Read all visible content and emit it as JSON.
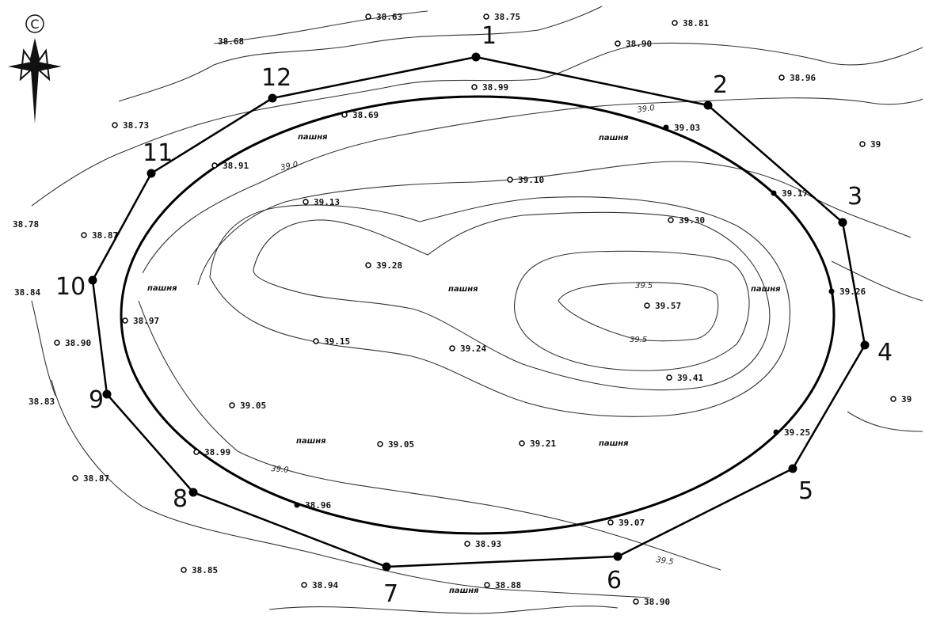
{
  "compass": {
    "letter": "С"
  },
  "vertices": [
    {
      "n": "1"
    },
    {
      "n": "2"
    },
    {
      "n": "3"
    },
    {
      "n": "4"
    },
    {
      "n": "5"
    },
    {
      "n": "6"
    },
    {
      "n": "7"
    },
    {
      "n": "8"
    },
    {
      "n": "9"
    },
    {
      "n": "10"
    },
    {
      "n": "11"
    },
    {
      "n": "12"
    }
  ],
  "spot_heights": [
    "38.63",
    "38.75",
    "38.81",
    "38.68",
    "38.90",
    "38.96",
    "38.99",
    "38.69",
    "39.03",
    "38.73",
    "39",
    "38.91",
    "39.10",
    "39.17",
    "38.78",
    "39.13",
    "39.30",
    "38.87",
    "39.28",
    "38.84",
    "39.57",
    "39.26",
    "38.97",
    "39.15",
    "39.24",
    "38.90",
    "39.41",
    "38.83",
    "39.05",
    "39",
    "39.25",
    "38.99",
    "39.05",
    "39.21",
    "38.87",
    "38.96",
    "39.07",
    "38.93",
    "38.85",
    "38.94",
    "38.88",
    "38.90"
  ],
  "contour_labels": [
    "39.0",
    "39.0",
    "39.0",
    "39.5",
    "39.5"
  ],
  "land_labels": {
    "text": "пашня"
  }
}
